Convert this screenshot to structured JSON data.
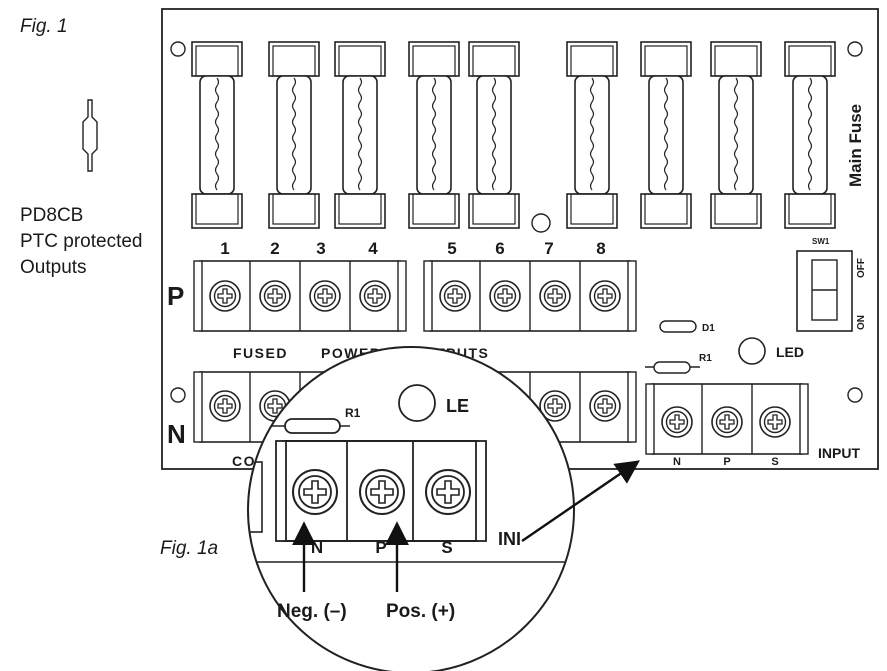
{
  "figure_labels": {
    "fig1": "Fig. 1",
    "fig1a": "Fig. 1a"
  },
  "side_label": {
    "line1": "PD8CB",
    "line2": "PTC protected",
    "line3": "Outputs"
  },
  "board": {
    "main_fuse": "Main Fuse",
    "fuse_numbers": [
      "1",
      "2",
      "3",
      "4",
      "5",
      "6",
      "7",
      "8"
    ],
    "row_p": "P",
    "row_n": "N",
    "caption_fused": "FUSED",
    "caption_power": "POWER",
    "caption_outputs": "OUTPUTS",
    "caption_co": "CO",
    "switch_label": "SW1",
    "switch_off": "OFF",
    "switch_on": "ON",
    "d1_label": "D1",
    "r1_label": "R1",
    "led_label": "LED",
    "led_partial": "LE",
    "input_label": "INPUT",
    "input_terminals": [
      "N",
      "P",
      "S"
    ]
  },
  "zoom": {
    "r1_label": "R1",
    "terminals": [
      "N",
      "P",
      "S"
    ],
    "inp_partial": "INI",
    "neg_label": "Neg. (–)",
    "pos_label": "Pos. (+)"
  }
}
